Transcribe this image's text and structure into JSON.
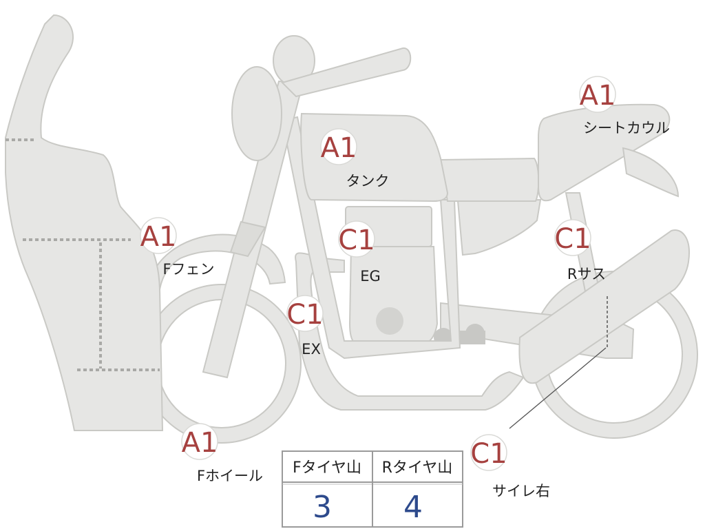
{
  "colors": {
    "part_fill": "#e6e6e4",
    "part_stroke": "#c9c9c5",
    "badge_text": "#a6413f",
    "label_text": "#222222",
    "table_value": "#2d4a8c",
    "table_border": "#9a9a9a"
  },
  "parts": {
    "tank": {
      "grade": "A1",
      "label": "タンク"
    },
    "seat_cowl": {
      "grade": "A1",
      "label": "シートカウル"
    },
    "front_fender": {
      "grade": "A1",
      "label": "Fフェン"
    },
    "engine": {
      "grade": "C1",
      "label": "EG"
    },
    "rear_suspension": {
      "grade": "C1",
      "label": "Rサス"
    },
    "exhaust": {
      "grade": "C1",
      "label": "EX"
    },
    "front_wheel": {
      "grade": "A1",
      "label": "Fホイール"
    },
    "muffler_right": {
      "grade": "C1",
      "label": "サイレ右"
    }
  },
  "tire_table": {
    "front_header": "Fタイヤ山",
    "rear_header": "Rタイヤ山",
    "front_value": "3",
    "rear_value": "4"
  }
}
